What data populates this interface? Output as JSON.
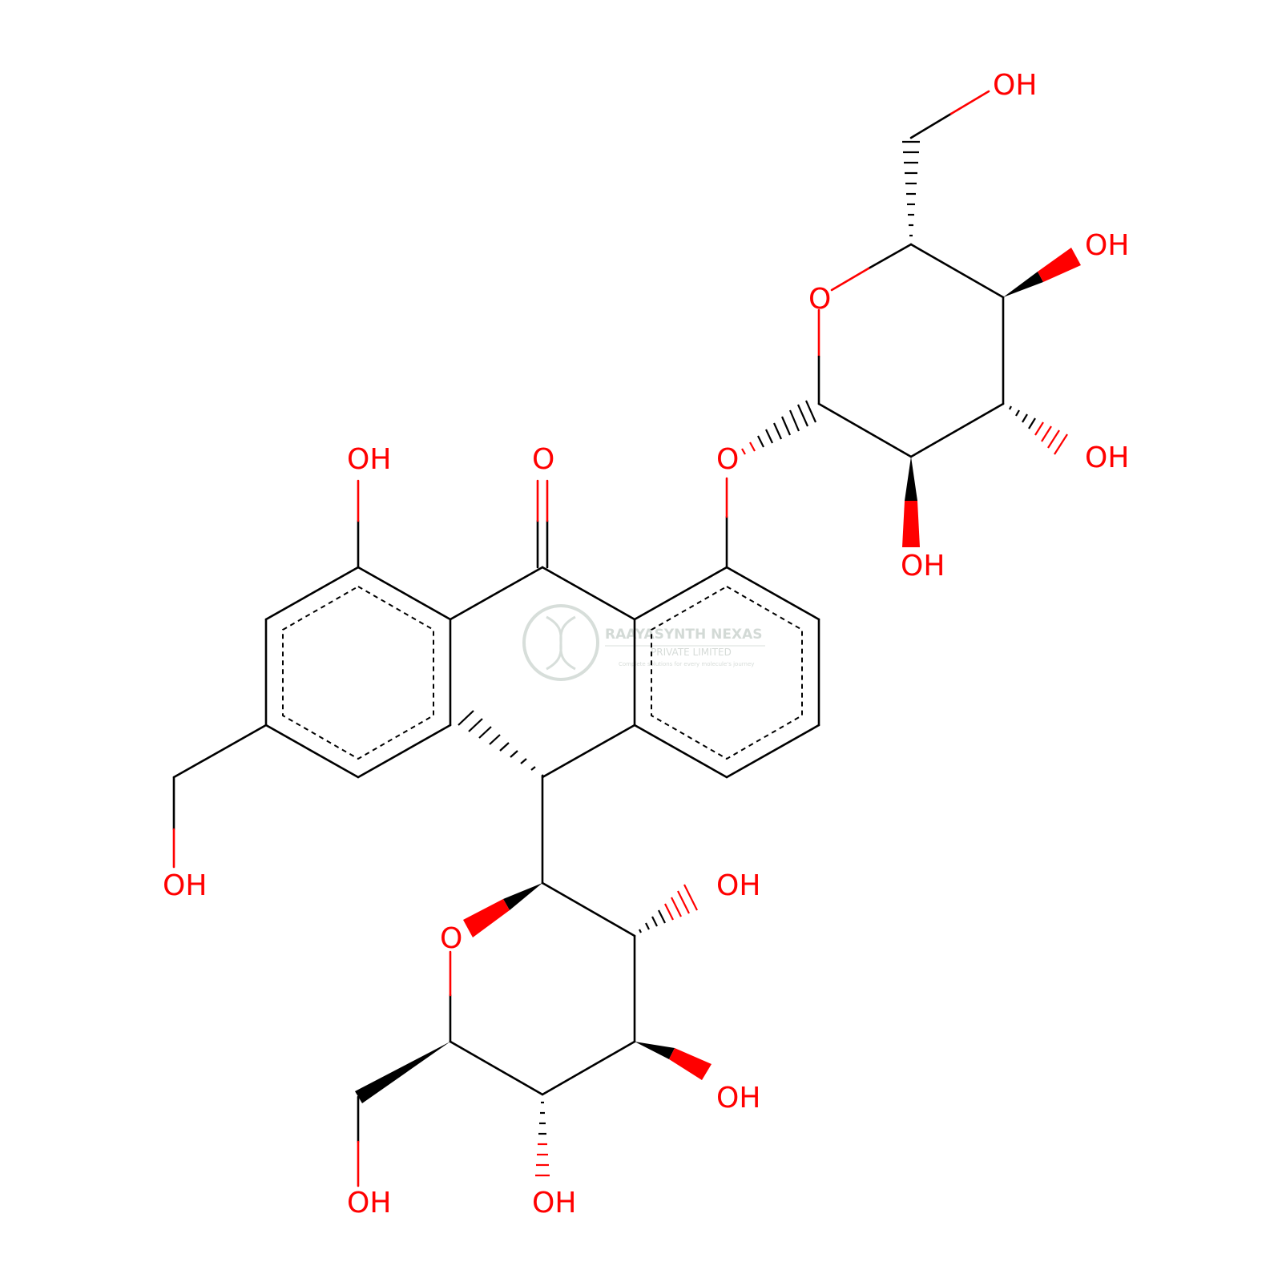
{
  "labels": {
    "oh": "OH",
    "o": "O"
  },
  "watermark": {
    "name": "RAAYASYNTH NEXAS",
    "sub": "PRIVATE LIMITED",
    "tagline": "Complete solutions for every molecule's journey"
  },
  "colors": {
    "bond": "#000000",
    "heteroatom_oxygen": "#ff0000",
    "watermark": "#cfd6d2"
  }
}
